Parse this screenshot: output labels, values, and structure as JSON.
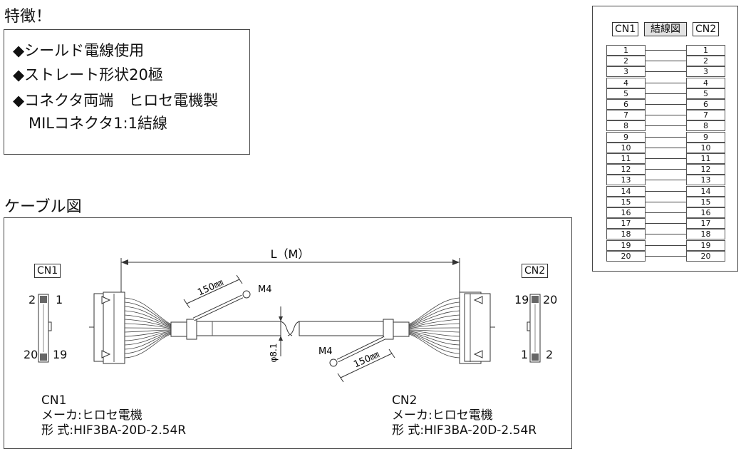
{
  "features": {
    "title": "特徴！",
    "items": [
      "◆シールド電線使用",
      "◆ストレート形状20極",
      "◆コネクタ両端　ヒロセ電機製",
      "MILコネクタ1:1結線"
    ]
  },
  "cable": {
    "title": "ケーブル図",
    "cn1_tag": "CN1",
    "cn2_tag": "CN2",
    "length_label": "L（M）",
    "m4_top": "M4",
    "m4_bottom": "M4",
    "lead_top": "150㎜",
    "lead_bottom": "150㎜",
    "diameter": "φ8.1",
    "cn1_pins": {
      "tl": "2",
      "tr": "1",
      "bl": "20",
      "br": "19"
    },
    "cn2_pins": {
      "tl": "19",
      "tr": "20",
      "bl": "1",
      "br": "2"
    },
    "cn1_info": {
      "name": "CN1",
      "maker": "メーカ:ヒロセ電機",
      "model": "形 式:HIF3BA-20D-2.54R"
    },
    "cn2_info": {
      "name": "CN2",
      "maker": "メーカ:ヒロセ電機",
      "model": "形 式:HIF3BA-20D-2.54R"
    }
  },
  "wiring": {
    "cn1": "CN1",
    "title": "結線図",
    "cn2": "CN2",
    "pins": [
      "1",
      "2",
      "3",
      "4",
      "5",
      "6",
      "7",
      "8",
      "9",
      "10",
      "11",
      "12",
      "13",
      "14",
      "15",
      "16",
      "17",
      "18",
      "19",
      "20"
    ]
  }
}
